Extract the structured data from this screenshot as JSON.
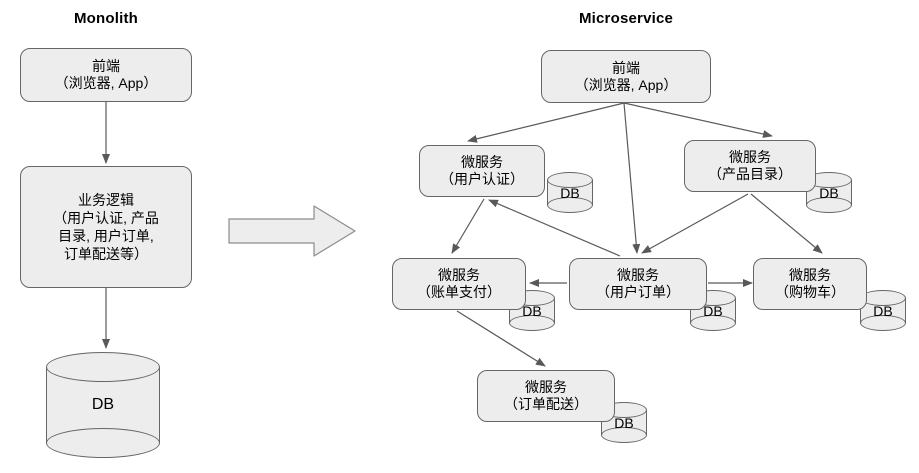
{
  "diagram": {
    "title_left": "Monolith",
    "title_right": "Microservice",
    "db_label": "DB"
  },
  "monolith": {
    "title": "Monolith",
    "frontend": {
      "line1": "前端",
      "line2": "（浏览器, App）"
    },
    "business_logic": {
      "line1": "业务逻辑",
      "line2": "（用户认证, 产品",
      "line3": "目录, 用户订单,",
      "line4": "订单配送等）"
    },
    "database": {
      "label": "DB"
    }
  },
  "microservice": {
    "title": "Microservice",
    "frontend": {
      "line1": "前端",
      "line2": "（浏览器, App）"
    },
    "services": [
      {
        "line1": "微服务",
        "line2": "（用户认证）",
        "db": "DB"
      },
      {
        "line1": "微服务",
        "line2": "（产品目录）",
        "db": "DB"
      },
      {
        "line1": "微服务",
        "line2": "（账单支付）",
        "db": "DB"
      },
      {
        "line1": "微服务",
        "line2": "（用户订单）",
        "db": "DB"
      },
      {
        "line1": "微服务",
        "line2": "（购物车）",
        "db": "DB"
      },
      {
        "line1": "微服务",
        "line2": "（订单配送）",
        "db": "DB"
      }
    ]
  },
  "colors": {
    "node_fill": "#ededed",
    "node_stroke": "#666666",
    "edge_stroke": "#595959",
    "text": "#000000",
    "background": "#ffffff"
  }
}
